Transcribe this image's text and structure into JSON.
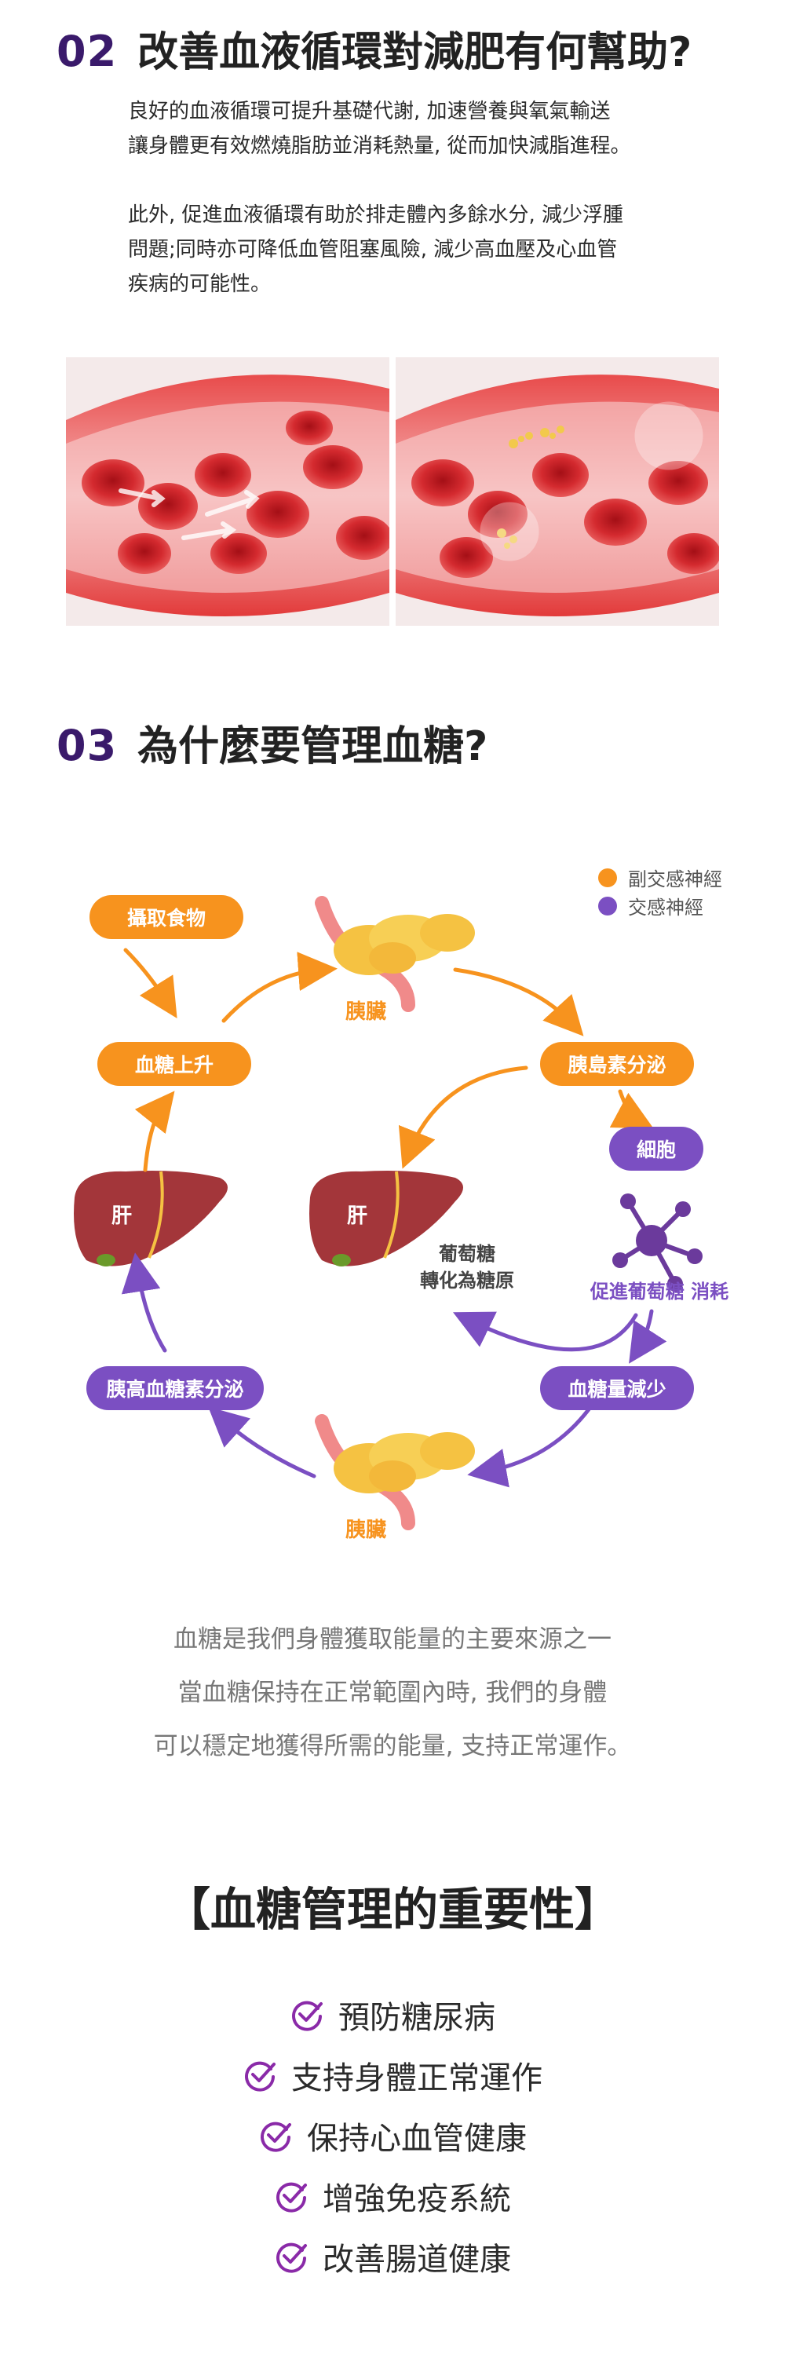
{
  "section2": {
    "number": "02",
    "title": "改善血液循環對減肥有何幫助?",
    "paragraph1_line1": "良好的血液循環可提升基礎代謝, 加速營養與氧氣輸送",
    "paragraph1_line2": "讓身體更有效燃燒脂肪並消耗熱量, 從而加快減脂進程。",
    "paragraph2_line1": "此外, 促進血液循環有助於排走體內多餘水分, 減少浮腫",
    "paragraph2_line2": "問題;同時亦可降低血管阻塞風險, 減少高血壓及心血管",
    "paragraph2_line3": "疾病的可能性。"
  },
  "section3": {
    "number": "03",
    "title": "為什麼要管理血糖?"
  },
  "diagram": {
    "legend": [
      {
        "label": "副交感神經",
        "color": "#f7931e"
      },
      {
        "label": "交感神經",
        "color": "#7b4fc2"
      }
    ],
    "food_intake": "攝取食物",
    "blood_sugar_rise": "血糖上升",
    "pancreas_top": "胰臟",
    "insulin_secretion": "胰島素分泌",
    "cells": "細胞",
    "liver_left": "肝",
    "liver_center": "肝",
    "glycogen_line1": "葡萄糖",
    "glycogen_line2": "轉化為糖原",
    "glucose_consumption_a": "促進葡萄糖",
    "glucose_consumption_b": "消耗",
    "glucagon_secretion": "胰高血糖素分泌",
    "blood_sugar_drop": "血糖量減少",
    "pancreas_bottom": "胰臟"
  },
  "summary": {
    "line1": "血糖是我們身體獲取能量的主要來源之一",
    "line2": "當血糖保持在正常範圍內時, 我們的身體",
    "line3": "可以穩定地獲得所需的能量, 支持正常運作。"
  },
  "importance": {
    "title": "【血糖管理的重要性】",
    "items": [
      "預防糖尿病",
      "支持身體正常運作",
      "保持心血管健康",
      "增強免疫系統",
      "改善腸道健康"
    ],
    "check_color": "#8a2aa8"
  }
}
